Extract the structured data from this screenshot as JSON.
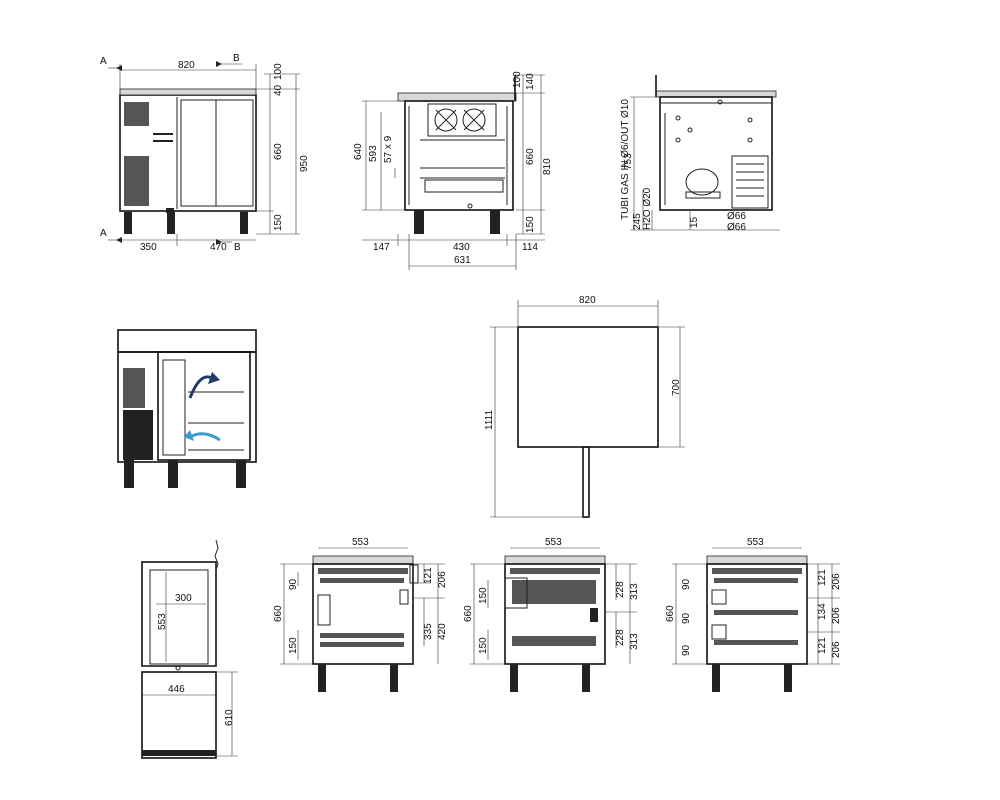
{
  "view_front": {
    "dims": {
      "width": "820",
      "height_total": "950",
      "body": "660",
      "legs": "150",
      "top_40": "40",
      "top_100": "100",
      "left": "350",
      "right": "470"
    },
    "section_marks": {
      "a_top": "A",
      "a_bottom": "A",
      "b_top": "B",
      "b_bottom": "B"
    }
  },
  "view_side": {
    "dims": {
      "d100": "100",
      "d140": "140",
      "d640": "640",
      "d593": "593",
      "d57x9": "57 x 9",
      "d660": "660",
      "d810": "810",
      "d150": "150",
      "d147": "147",
      "d430": "430",
      "d114": "114",
      "d631": "631"
    }
  },
  "view_back": {
    "labels": {
      "tubi": "TUBI GAS IN Ø6/OUT Ø10",
      "h2o": "H2O Ø20",
      "d753": "753",
      "d245": "245",
      "d15": "15",
      "d66a": "Ø66",
      "d66b": "Ø66"
    }
  },
  "view_plan": {
    "dims": {
      "width": "820",
      "depth": "700",
      "door": "1111"
    }
  },
  "view_tray": {
    "dims": {
      "w300": "300",
      "h553": "553",
      "w446": "446",
      "h610": "610"
    }
  },
  "view_config1": {
    "dims": {
      "top": "553",
      "h660": "660",
      "h90": "90",
      "h150": "150",
      "r121": "121",
      "r206": "206",
      "r335": "335",
      "r420": "420"
    }
  },
  "view_config2": {
    "dims": {
      "top": "553",
      "h660": "660",
      "h150a": "150",
      "h150b": "150",
      "r228a": "228",
      "r313a": "313",
      "r228b": "228",
      "r313b": "313"
    }
  },
  "view_config3": {
    "dims": {
      "top": "553",
      "h660": "660",
      "h90a": "90",
      "h90b": "90",
      "h90c": "90",
      "r121a": "121",
      "r206a": "206",
      "r134": "134",
      "r206b": "206",
      "r121b": "121",
      "r206c": "206"
    }
  }
}
